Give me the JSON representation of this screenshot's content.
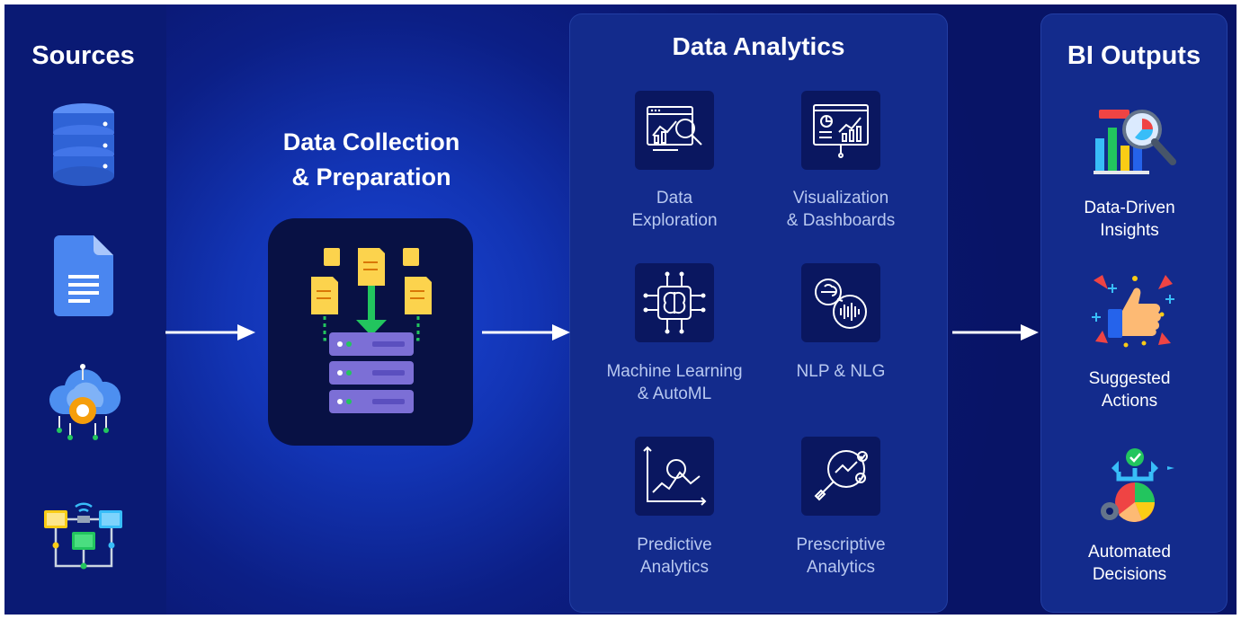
{
  "sources": {
    "title": "Sources",
    "icons": [
      "database-icon",
      "document-icon",
      "cloud-gear-icon",
      "network-icon"
    ]
  },
  "collection": {
    "title_line1": "Data Collection",
    "title_line2": "& Preparation",
    "icon": "data-preparation-icon"
  },
  "analytics": {
    "title": "Data Analytics",
    "items": [
      {
        "line1": "Data",
        "line2": "Exploration",
        "icon": "data-exploration-icon"
      },
      {
        "line1": "Visualization",
        "line2": "& Dashboards",
        "icon": "dashboard-icon"
      },
      {
        "line1": "Machine Learning",
        "line2": "& AutoML",
        "icon": "brain-chip-icon"
      },
      {
        "line1": "NLP & NLG",
        "line2": "",
        "icon": "nlp-icon"
      },
      {
        "line1": "Predictive",
        "line2": "Analytics",
        "icon": "predictive-icon"
      },
      {
        "line1": "Prescriptive",
        "line2": "Analytics",
        "icon": "prescriptive-icon"
      }
    ]
  },
  "outputs": {
    "title": "BI Outputs",
    "items": [
      {
        "line1": "Data-Driven",
        "line2": "Insights",
        "icon": "insights-icon"
      },
      {
        "line1": "Suggested",
        "line2": "Actions",
        "icon": "thumbs-up-icon"
      },
      {
        "line1": "Automated",
        "line2": "Decisions",
        "icon": "decisions-icon"
      }
    ]
  },
  "colors": {
    "background": "#0c1f86",
    "panel": "#132b8c",
    "tile": "#0a1760",
    "label": "#b8c8f0",
    "accent_green": "#22c55e",
    "accent_yellow": "#fcd34d",
    "accent_purple": "#7c6fd6"
  }
}
